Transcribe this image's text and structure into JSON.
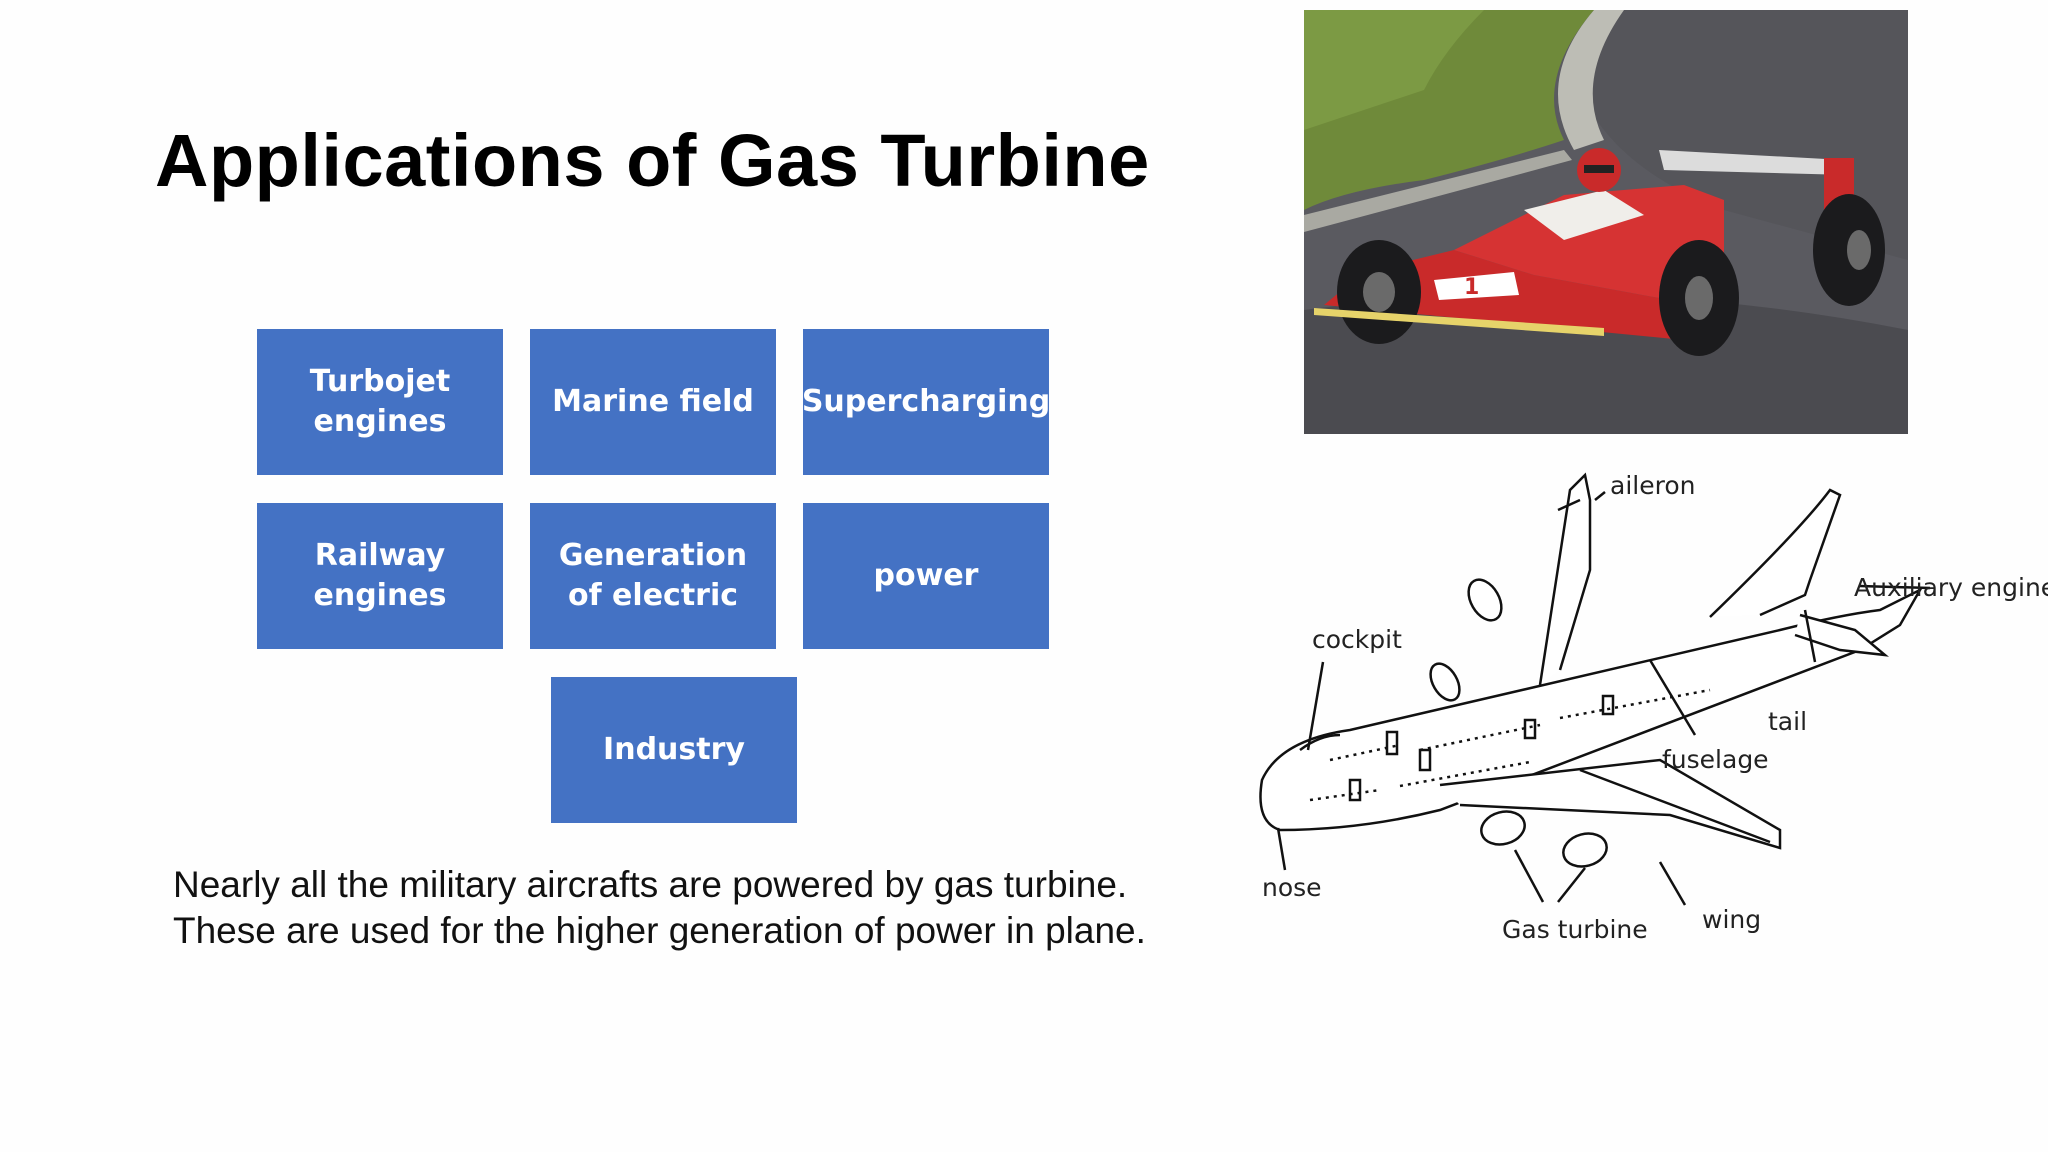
{
  "slide": {
    "title": "Applications of Gas Turbine",
    "boxes": [
      "Turbojet engines",
      "Marine field",
      "Supercharging",
      "Railway engines",
      "Generation of electric",
      "power",
      "Industry"
    ],
    "body": "Nearly all the military aircrafts are powered by gas turbine. These are used for the higher generation of power in plane.",
    "colors": {
      "box_fill": "#4472c4",
      "box_text": "#ffffff"
    }
  },
  "images": {
    "race_car_photo": "race-car-photo",
    "airplane_diagram": {
      "labels": {
        "aileron": "aileron",
        "auxiliary_engine": "Auxiliary engine",
        "cockpit": "cockpit",
        "tail": "tail",
        "fuselage": "fuselage",
        "nose": "nose",
        "wing": "wing",
        "gas_turbine": "Gas turbine"
      }
    }
  }
}
